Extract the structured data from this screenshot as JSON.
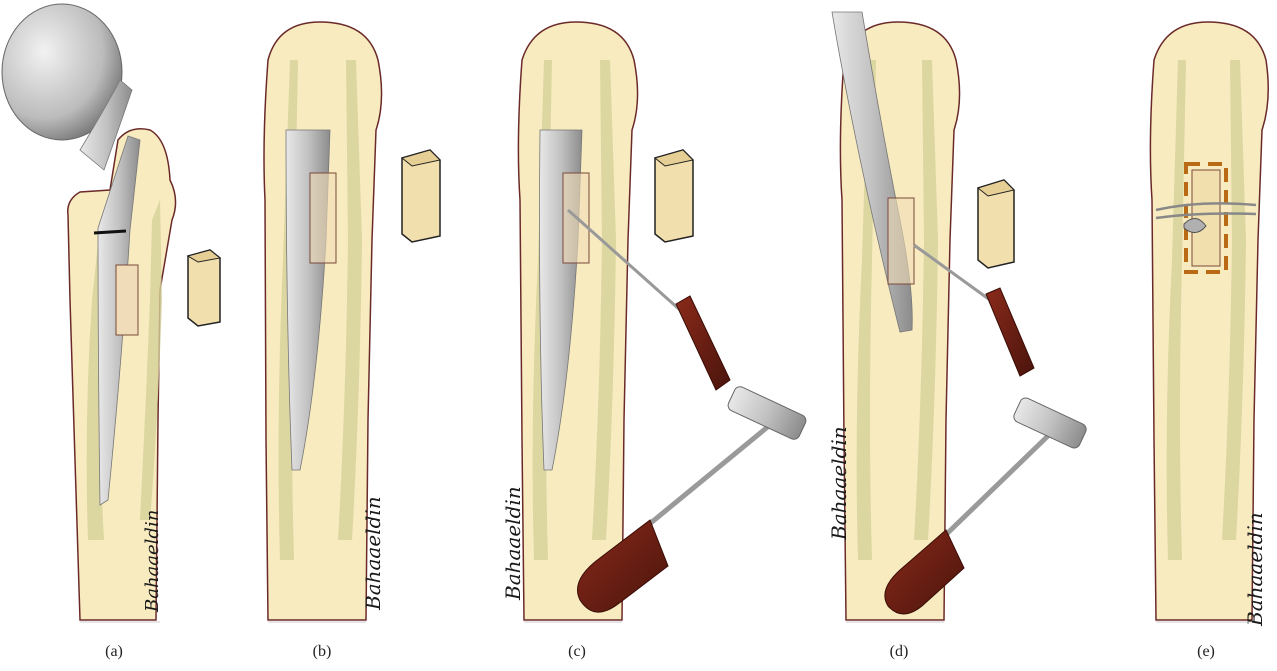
{
  "figure": {
    "signature_text": "Bahaaeldin",
    "panels": [
      {
        "label": "(a)",
        "signature": "Bahaaeldin"
      },
      {
        "label": "(b)",
        "signature": "Bahaaeldin"
      },
      {
        "label": "(c)",
        "signature": "Bahaaeldin"
      },
      {
        "label": "(d)",
        "signature": "Bahaaeldin"
      },
      {
        "label": "(e)",
        "signature": "Bahaaeldin"
      }
    ]
  },
  "colors": {
    "bone": "#f7ebbf",
    "bone_outline": "#6b2a2a",
    "cortex": "#d5d19a",
    "stem_metal": "#b8b8b8",
    "bone_block": "#f2dfae",
    "handle_wood": "#6e1e12",
    "plate_orange": "#b86a14"
  }
}
